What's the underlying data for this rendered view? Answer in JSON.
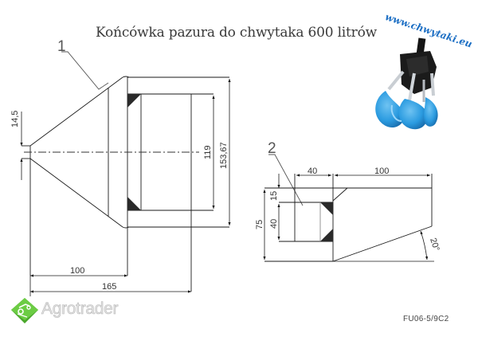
{
  "title": "Końcówka pazura do chwytaka 600 litrów",
  "website": "www.chwytaki.eu",
  "drawing_code": "FU06-5/9C2",
  "watermark": "Agrotrader",
  "colors": {
    "line": "#1a1a1a",
    "hatch": "#2a2a2a",
    "accent_blue": "#1d6fc4",
    "grab_blue": "#2b9be0",
    "logo_green": "#5bbf3a"
  },
  "part1": {
    "label": "1",
    "dimensions": {
      "pin_diameter": "14,5",
      "inner_height": "119",
      "outer_height": "153,67",
      "inner_length": "100",
      "total_length": "165"
    }
  },
  "part2": {
    "label": "2",
    "dimensions": {
      "box_width": "40",
      "slant_length": "100",
      "top_offset": "15",
      "inner_height": "40",
      "total_height": "75",
      "angle": "20°"
    }
  }
}
